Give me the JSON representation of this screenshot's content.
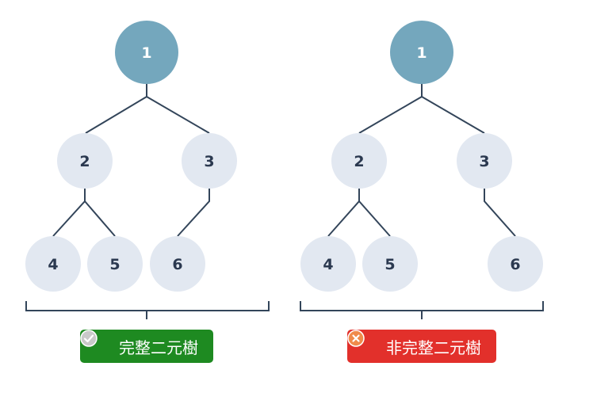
{
  "colors": {
    "root_fill": "#74a7bd",
    "node_fill": "#e2e8f1",
    "node_text": "#2b3950",
    "root_text": "#ffffff",
    "edge": "#33455a",
    "badge_green": "#1e8a21",
    "badge_red": "#e2302b"
  },
  "left_tree": {
    "nodes": [
      "1",
      "2",
      "3",
      "4",
      "5",
      "6"
    ],
    "badge": {
      "label": "完整二元樹",
      "icon": "check-circle-icon"
    }
  },
  "right_tree": {
    "nodes": [
      "1",
      "2",
      "3",
      "4",
      "5",
      "6"
    ],
    "badge": {
      "label": "非完整二元樹",
      "icon": "x-circle-icon"
    }
  }
}
